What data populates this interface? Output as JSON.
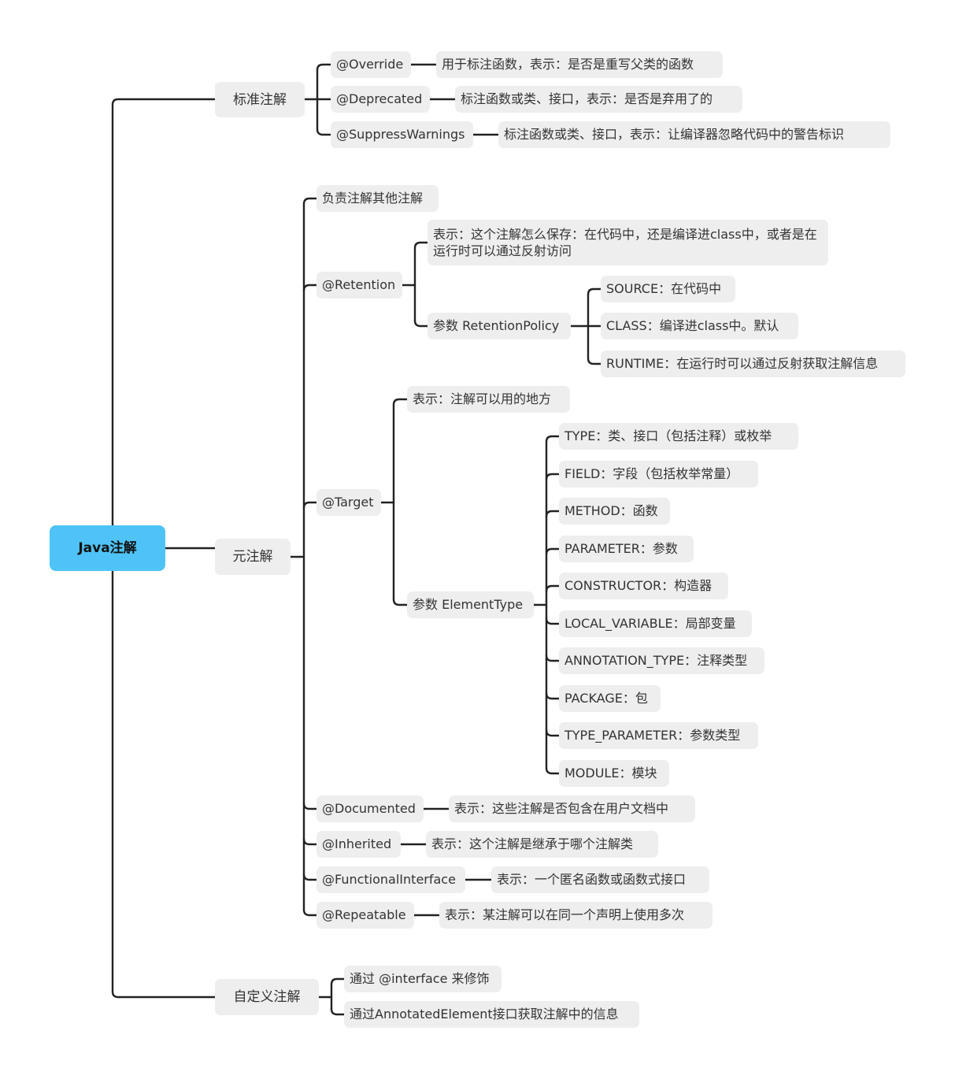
{
  "root": "Java注解",
  "standard": {
    "label": "标准注解",
    "override": {
      "label": "@Override",
      "desc": "用于标注函数，表示：是否是重写父类的函数"
    },
    "deprecated": {
      "label": "@Deprecated",
      "desc": "标注函数或类、接口，表示：是否是弃用了的"
    },
    "suppress": {
      "label": "@SuppressWarnings",
      "desc": "标注函数或类、接口，表示：让编译器忽略代码中的警告标识"
    }
  },
  "meta": {
    "label": "元注解",
    "responsible": "负责注解其他注解",
    "retention": {
      "label": "@Retention",
      "desc": "表示：这个注解怎么保存：在代码中，还是编译进class中，或者是在运行时可以通过反射访问",
      "param": "参数 RetentionPolicy",
      "values": [
        "SOURCE：在代码中",
        "CLASS：编译进class中。默认",
        "RUNTIME：在运行时可以通过反射获取注解信息"
      ]
    },
    "target": {
      "label": "@Target",
      "desc": "表示：注解可以用的地方",
      "param": "参数 ElementType",
      "values": [
        "TYPE：类、接口（包括注释）或枚举",
        "FIELD：字段（包括枚举常量）",
        "METHOD：函数",
        "PARAMETER：参数",
        "CONSTRUCTOR：构造器",
        "LOCAL_VARIABLE：局部变量",
        "ANNOTATION_TYPE：注释类型",
        "PACKAGE：包",
        "TYPE_PARAMETER：参数类型",
        "MODULE：模块"
      ]
    },
    "documented": {
      "label": "@Documented",
      "desc": "表示：这些注解是否包含在用户文档中"
    },
    "inherited": {
      "label": "@Inherited",
      "desc": "表示：这个注解是继承于哪个注解类"
    },
    "functional": {
      "label": "@FunctionalInterface",
      "desc": "表示：一个匿名函数或函数式接口"
    },
    "repeatable": {
      "label": "@Repeatable",
      "desc": "表示：某注解可以在同一个声明上使用多次"
    }
  },
  "custom": {
    "label": "自定义注解",
    "items": [
      "通过 @interface 来修饰",
      "通过AnnotatedElement接口获取注解中的信息"
    ]
  }
}
